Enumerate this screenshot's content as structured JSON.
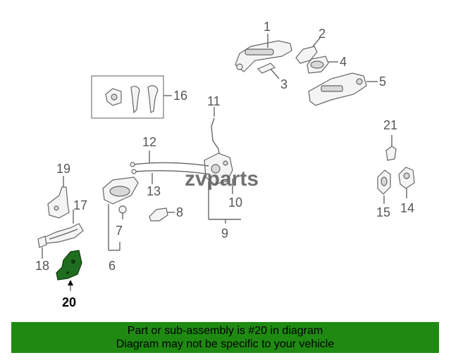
{
  "diagram": {
    "watermark": "zvparts",
    "highlighted_part": "20",
    "highlight_color": "#1f6e1f",
    "callouts": {
      "c1": "1",
      "c2": "2",
      "c3": "3",
      "c4": "4",
      "c5": "5",
      "c6": "6",
      "c7": "7",
      "c8": "8",
      "c9": "9",
      "c10": "10",
      "c11": "11",
      "c12": "12",
      "c13": "13",
      "c14": "14",
      "c15": "15",
      "c16": "16",
      "c17": "17",
      "c18": "18",
      "c19": "19",
      "c20": "20",
      "c21": "21"
    }
  },
  "banner": {
    "line1": "Part or sub-assembly is #20 in diagram",
    "line2": "Diagram may not be specific to your vehicle",
    "background_color": "#1f8a12"
  }
}
